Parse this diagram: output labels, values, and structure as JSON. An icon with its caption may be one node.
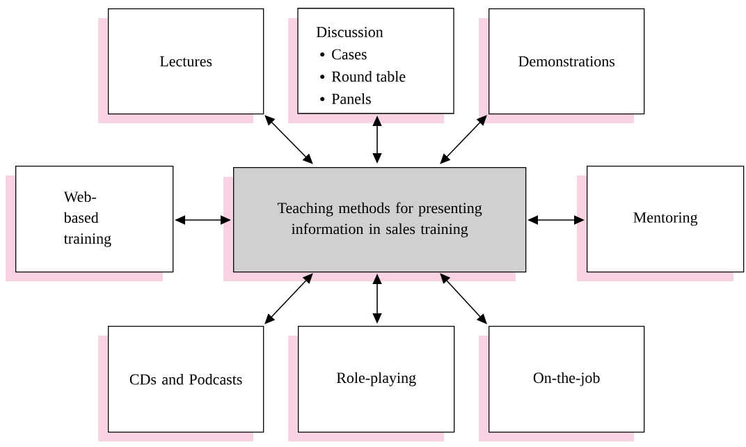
{
  "diagram": {
    "nodes": [
      {
        "text": [
          "Teaching methods for presenting information in sales training"
        ]
      },
      {
        "text": [
          "Lectures"
        ]
      },
      {
        "text": [
          "Discussion",
          "Cases",
          "Round table",
          "Panels"
        ]
      },
      {
        "text": [
          "Demonstrations"
        ]
      },
      {
        "text": [
          "Web-based training"
        ]
      },
      {
        "text": [
          "Mentoring"
        ]
      },
      {
        "text": [
          "CDs and Podcasts"
        ]
      },
      {
        "text": [
          "Role-playing"
        ]
      },
      {
        "text": [
          "On-the-job"
        ]
      }
    ],
    "edges": [
      {
        "from": 0,
        "to": 1,
        "arrow": "both"
      },
      {
        "from": 0,
        "to": 2,
        "arrow": "both"
      },
      {
        "from": 0,
        "to": 3,
        "arrow": "both"
      },
      {
        "from": 0,
        "to": 4,
        "arrow": "both"
      },
      {
        "from": 0,
        "to": 5,
        "arrow": "both"
      },
      {
        "from": 0,
        "to": 6,
        "arrow": "both"
      },
      {
        "from": 0,
        "to": 7,
        "arrow": "both"
      },
      {
        "from": 0,
        "to": 8,
        "arrow": "both"
      }
    ]
  }
}
